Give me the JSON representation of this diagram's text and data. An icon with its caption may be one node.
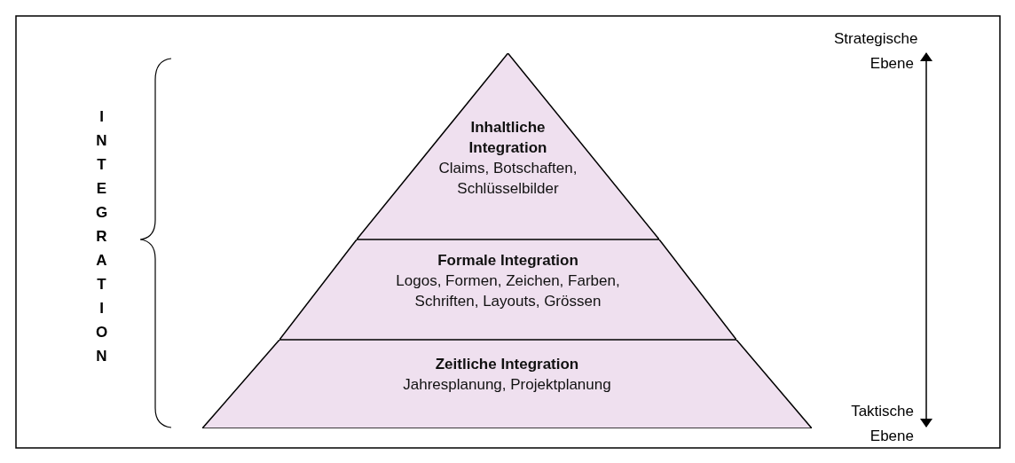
{
  "diagram": {
    "nodes": [
      {
        "text": [
          "Inhaltliche Integration",
          "Claims, Botschaften, Schlüsselbilder"
        ]
      },
      {
        "text": [
          "Formale Integration",
          "Logos, Formen, Zeichen, Farben, Schriften, Layouts, Grössen"
        ]
      },
      {
        "text": [
          "Zeitliche Integration",
          "Jahresplanung, Projektplanung"
        ]
      }
    ],
    "labels": [
      "INTEGRATION",
      "Strategische Ebene",
      "Taktische Ebene"
    ]
  }
}
